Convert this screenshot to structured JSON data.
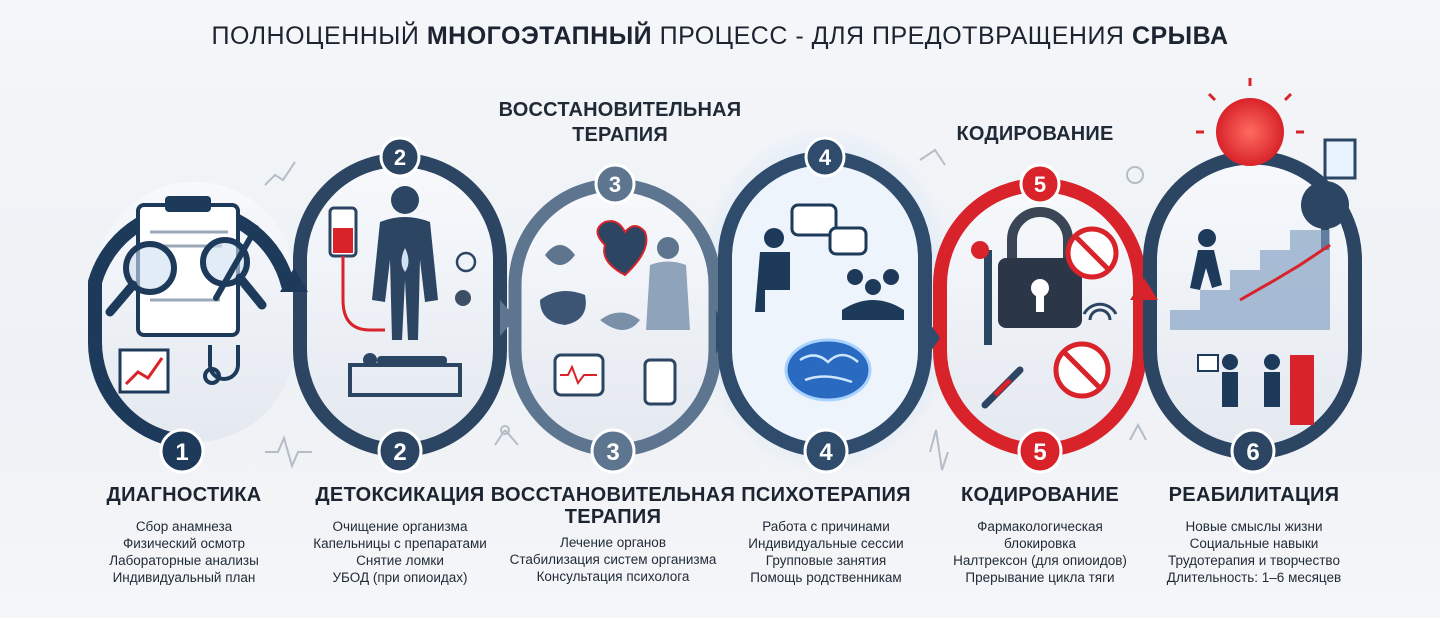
{
  "title": {
    "part1": "ПОЛНОЦЕННЫЙ ",
    "bold1": "МНОГОЭТАПНЫЙ",
    "part2": " ПРОЦЕСС - ДЛЯ ПРЕДОТВРАЩЕНИЯ ",
    "bold2": "СРЫВА"
  },
  "top_labels": {
    "stage3_line1": "ВОССТАНОВИТЕЛЬНАЯ",
    "stage3_line2": "ТЕРАПИЯ",
    "stage5": "КОДИРОВАНИЕ"
  },
  "stages": [
    {
      "number": "1",
      "name": "ДИАГНОСТИКА",
      "name2": "",
      "color": "#1e3a5a",
      "items": [
        "Сбор анамнеза",
        "Физический осмотр",
        "Лабораторные анализы",
        "Индивидуальный план"
      ]
    },
    {
      "number": "2",
      "name": "ДЕТОКСИКАЦИЯ",
      "name2": "",
      "color": "#2b4563",
      "items": [
        "Очищение организма",
        "Капельницы с препаратами",
        "Снятие ломки",
        "УБОД (при опиоидах)"
      ]
    },
    {
      "number": "3",
      "name": "ВОССТАНОВИТЕЛЬНАЯ",
      "name2": "ТЕРАПИЯ",
      "color": "#5e7590",
      "items": [
        "Лечение органов",
        "Стабилизация систем организма",
        "Консультация психолога"
      ]
    },
    {
      "number": "4",
      "name": "ПСИХОТЕРАПИЯ",
      "name2": "",
      "color": "#2f4c6c",
      "items": [
        "Работа с причинами",
        "Индивидуальные сессии",
        "Групповые занятия",
        "Помощь родственникам"
      ]
    },
    {
      "number": "5",
      "name": "КОДИРОВАНИЕ",
      "name2": "",
      "color": "#d8232a",
      "items": [
        "Фармакологическая",
        "блокировка",
        "Налтрексон (для опиоидов)",
        "Прерывание цикла тяги"
      ]
    },
    {
      "number": "6",
      "name": "РЕАБИЛИТАЦИЯ",
      "name2": "",
      "color": "#2b4563",
      "items": [
        "Новые смыслы жизни",
        "Социальные навыки",
        "Трудотерапия и творчество",
        "Длительность: 1–6 месяцев"
      ]
    }
  ],
  "colors": {
    "navy": "#1e3a5a",
    "slate": "#5e7590",
    "red": "#d8232a",
    "glow": "#4aa3ff"
  }
}
